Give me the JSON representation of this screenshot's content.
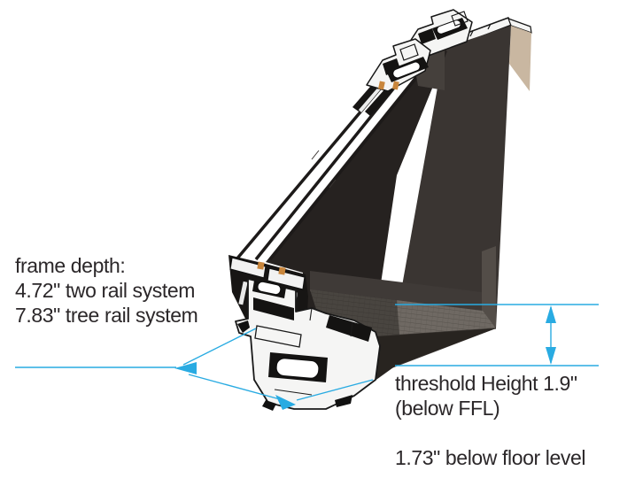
{
  "annotations": {
    "frame_depth": {
      "lines": [
        "frame depth:",
        "4.72\" two rail system",
        "7.83\" tree rail system"
      ]
    },
    "threshold_height": {
      "lines": [
        "threshold Height 1.9\"",
        "(below FFL)"
      ]
    },
    "below_floor_level": "1.73\" below floor level"
  },
  "colors": {
    "dimension_line": "#29abe2",
    "text": "#2b2729",
    "wall_face": "#3a3532",
    "wall_side_tan": "#c9b7a1",
    "inner_reveal": "#534d48",
    "upstand": "#3f3a37",
    "track_surface": "#6f6963",
    "front_face": "#282420",
    "shadow_band": "#262220",
    "profile_cut_face": "#f5f5f4",
    "profile_dark": "#171514",
    "gasket_orange": "#c9863c",
    "background": "#ffffff"
  }
}
